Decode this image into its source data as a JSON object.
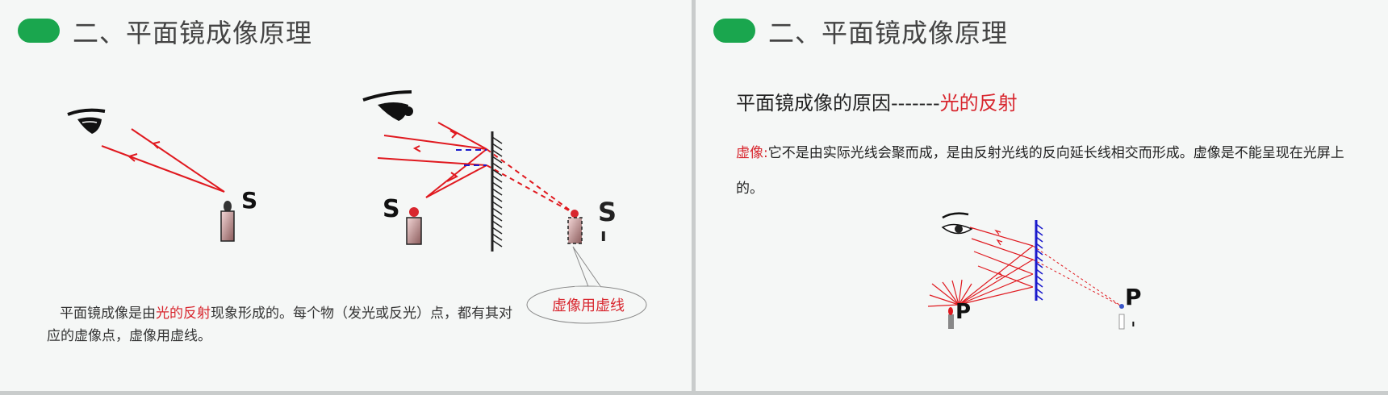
{
  "left_slide": {
    "title": "二、平面镜成像原理",
    "label_s1": "S",
    "label_s2": "S",
    "label_s3": "S",
    "label_prime": "ı",
    "callout": "虚像用虚线",
    "paragraph": {
      "part1": "平面镜成像是由",
      "highlight": "光的反射",
      "part2": "现象形成的。每个物（发光或反光）点，都有其对应的虚像点，虚像用虚线。"
    }
  },
  "right_slide": {
    "title": "二、平面镜成像原理",
    "subtitle_main": "平面镜成像的原因-------",
    "subtitle_highlight": "光的反射",
    "definition_term": "虚像:",
    "definition_text": "它不是由实际光线会聚而成，是由反射光线的反向延长线相交而形成。虚像是不能呈现在光屏上的。",
    "label_p": "P",
    "label_p2": "P",
    "label_prime": "ˌ"
  },
  "colors": {
    "accent_green": "#1aa64e",
    "ray_red": "#e0191f",
    "mirror_blue": "#1a1acc",
    "text_red": "#d8262e"
  }
}
